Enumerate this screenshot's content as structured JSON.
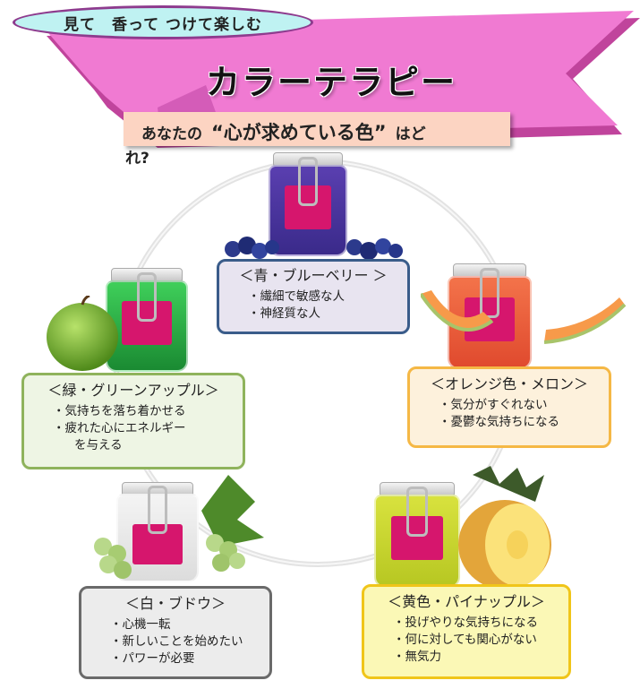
{
  "header": {
    "tagline": "見て　香って つけて楽しむ",
    "title": "カラーテラピー",
    "subtitle_pre": "あなたの",
    "subtitle_quote": "“心が求めている色”",
    "subtitle_post": "はど",
    "subtitle_wrap": "れ?"
  },
  "colors": {
    "ribbon_pink": "#f07ad2",
    "ribbon_dark": "#c0449c",
    "tagline_bg": "#bff2f2",
    "band": "#fcd4c2"
  },
  "boxes": {
    "blue": {
      "title": "＜青・ブルーベリー ＞",
      "items": [
        "・繊細で敏感な人",
        "・神経質な人"
      ]
    },
    "green": {
      "title": "＜緑・グリーンアップル＞",
      "items": [
        "・気持ちを落ち着かせる",
        "・疲れた心にエネルギー",
        "を与える"
      ]
    },
    "orange": {
      "title": "＜オレンジ色・メロン＞",
      "items": [
        "・気分がすぐれない",
        "・憂鬱な気持ちになる"
      ]
    },
    "white": {
      "title": "＜白・ブドウ＞",
      "items": [
        "・心機一転",
        "・新しいことを始めたい",
        "・パワーが必要"
      ]
    },
    "yellow": {
      "title": "＜黄色・パイナップル＞",
      "items": [
        "・投げやりな気持ちになる",
        "・何に対しても関心がない",
        "・無気力"
      ]
    }
  }
}
